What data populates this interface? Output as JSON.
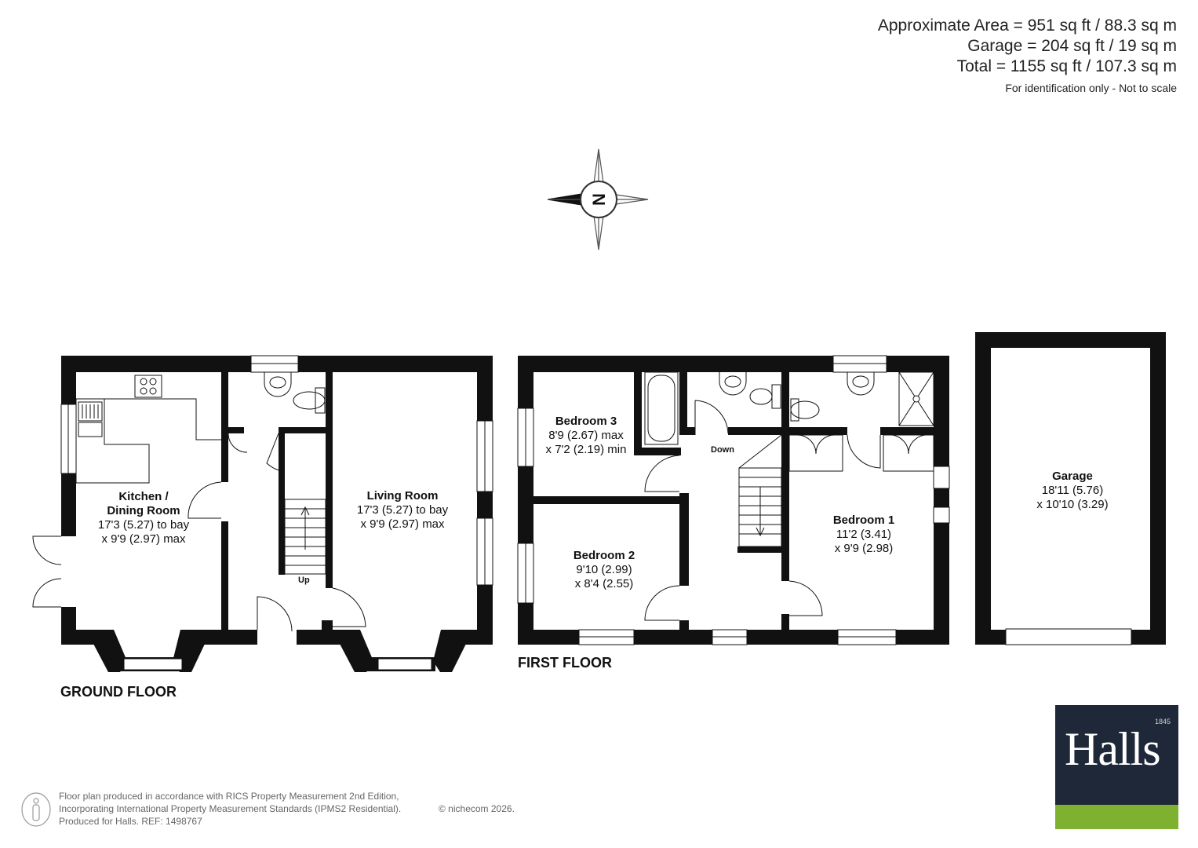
{
  "header": {
    "area_total": "Approximate Area = 951 sq ft / 88.3 sq m",
    "area_garage": "Garage = 204 sq ft / 19 sq m",
    "area_sum": "Total = 1155 sq ft / 107.3 sq m",
    "disclaimer": "For identification only - Not to scale"
  },
  "compass": {
    "letter": "N",
    "icon": "compass-rose-icon"
  },
  "ground_floor": {
    "label": "GROUND FLOOR",
    "stairs_label": "Up",
    "kitchen": {
      "name": "Kitchen /\nDining Room",
      "dim1": "17'3 (5.27) to bay",
      "dim2": "x 9'9 (2.97) max"
    },
    "living": {
      "name": "Living Room",
      "dim1": "17'3 (5.27) to bay",
      "dim2": "x 9'9 (2.97) max"
    }
  },
  "first_floor": {
    "label": "FIRST FLOOR",
    "stairs_label": "Down",
    "bedroom3": {
      "name": "Bedroom 3",
      "dim1": "8'9 (2.67) max",
      "dim2": "x 7'2 (2.19) min"
    },
    "bedroom2": {
      "name": "Bedroom 2",
      "dim1": "9'10 (2.99)",
      "dim2": "x 8'4 (2.55)"
    },
    "bedroom1": {
      "name": "Bedroom 1",
      "dim1": "11'2 (3.41)",
      "dim2": "x 9'9 (2.98)"
    }
  },
  "garage": {
    "name": "Garage",
    "dim1": "18'11 (5.76)",
    "dim2": "x 10'10 (3.29)"
  },
  "footer": {
    "line1": "Floor plan produced in accordance with RICS Property Measurement 2nd Edition,",
    "line2": "Incorporating International Property Measurement Standards (IPMS2 Residential).",
    "line3": "Produced for Halls.   REF: 1498767",
    "brand": "© nichecom 2026."
  },
  "logo": {
    "word": "Halls",
    "year": "1845"
  },
  "colors": {
    "wall": "#111111",
    "logo_bg": "#1f2838",
    "logo_accent": "#7fb131"
  }
}
